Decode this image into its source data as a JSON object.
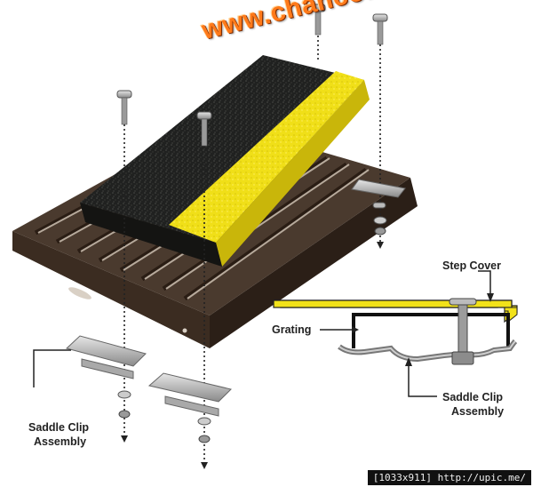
{
  "watermark": "www.chancon.co.th",
  "labels": {
    "step_cover": "Step Cover",
    "grating": "Grating",
    "saddle_clip_right_1": "Saddle Clip",
    "saddle_clip_right_2": "Assembly",
    "saddle_clip_left_1": "Saddle Clip",
    "saddle_clip_left_2": "Assembly"
  },
  "footer": "[1033x911] http://upic.me/",
  "colors": {
    "cover_black": "#1e1f1b",
    "cover_yellow": "#f2e21a",
    "grating_frame": "#3a2a1f",
    "watermark": "#ff7a1a"
  }
}
